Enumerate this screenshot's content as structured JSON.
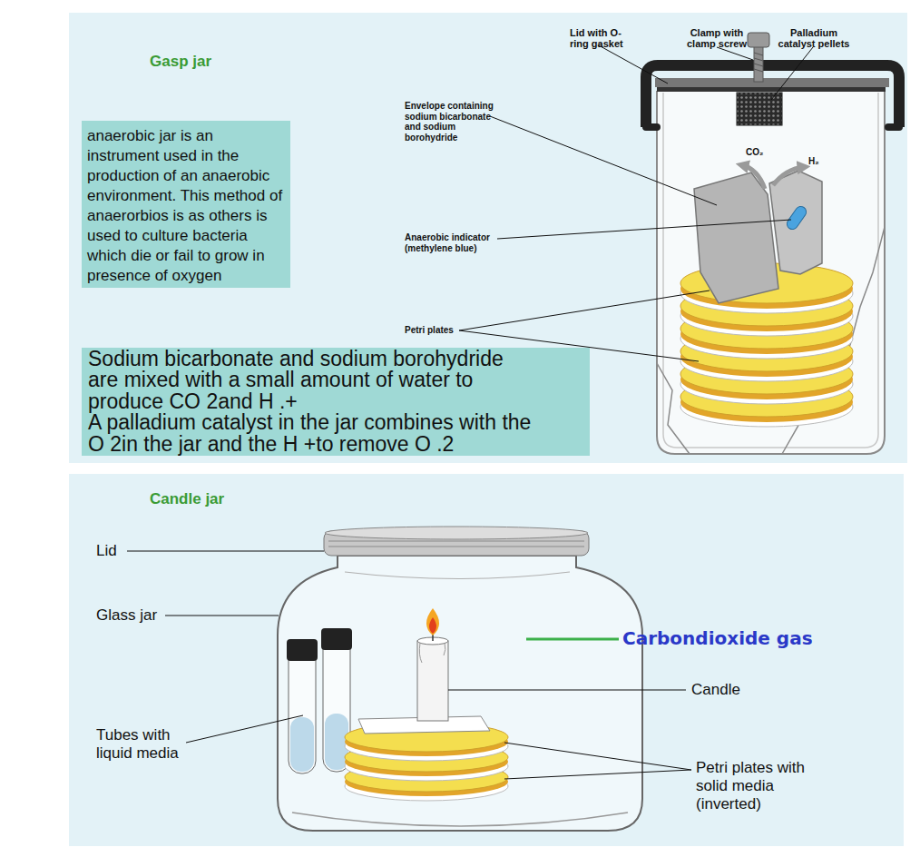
{
  "diagram": {
    "nodes": [
      {
        "text": [
          "Gasp jar"
        ]
      },
      {
        "text": [
          "anaerobic jar is an instrument used in the production of an anaerobic environment. This method of anaerorbios is as others is used to culture bacteria which die or fail to grow in presence of oxygen"
        ],
        "in": 0
      },
      {
        "text": [
          "Sodium bicarbonate and sodium borohydride are mixed with a small amount of water to produce CO 2and H .+",
          "A palladium catalyst in the jar combines with the O 2in the jar and the H +to remove O .2"
        ],
        "in": 0
      },
      {
        "text": [
          "Candle jar"
        ]
      }
    ],
    "labels": [
      "Lid with O-ring gasket",
      "Clamp with clamp screw",
      "Palladium catalyst pellets",
      "Envelope containing sodium bicarbonate and sodium borohydride",
      "CO₂",
      "H₂",
      "Anaerobic indicator (methylene blue)",
      "Petri plates",
      "Lid",
      "Glass jar",
      "Carbondioxide gas",
      "Candle",
      "Tubes with liquid media",
      "Petri plates with solid media (inverted)"
    ]
  }
}
